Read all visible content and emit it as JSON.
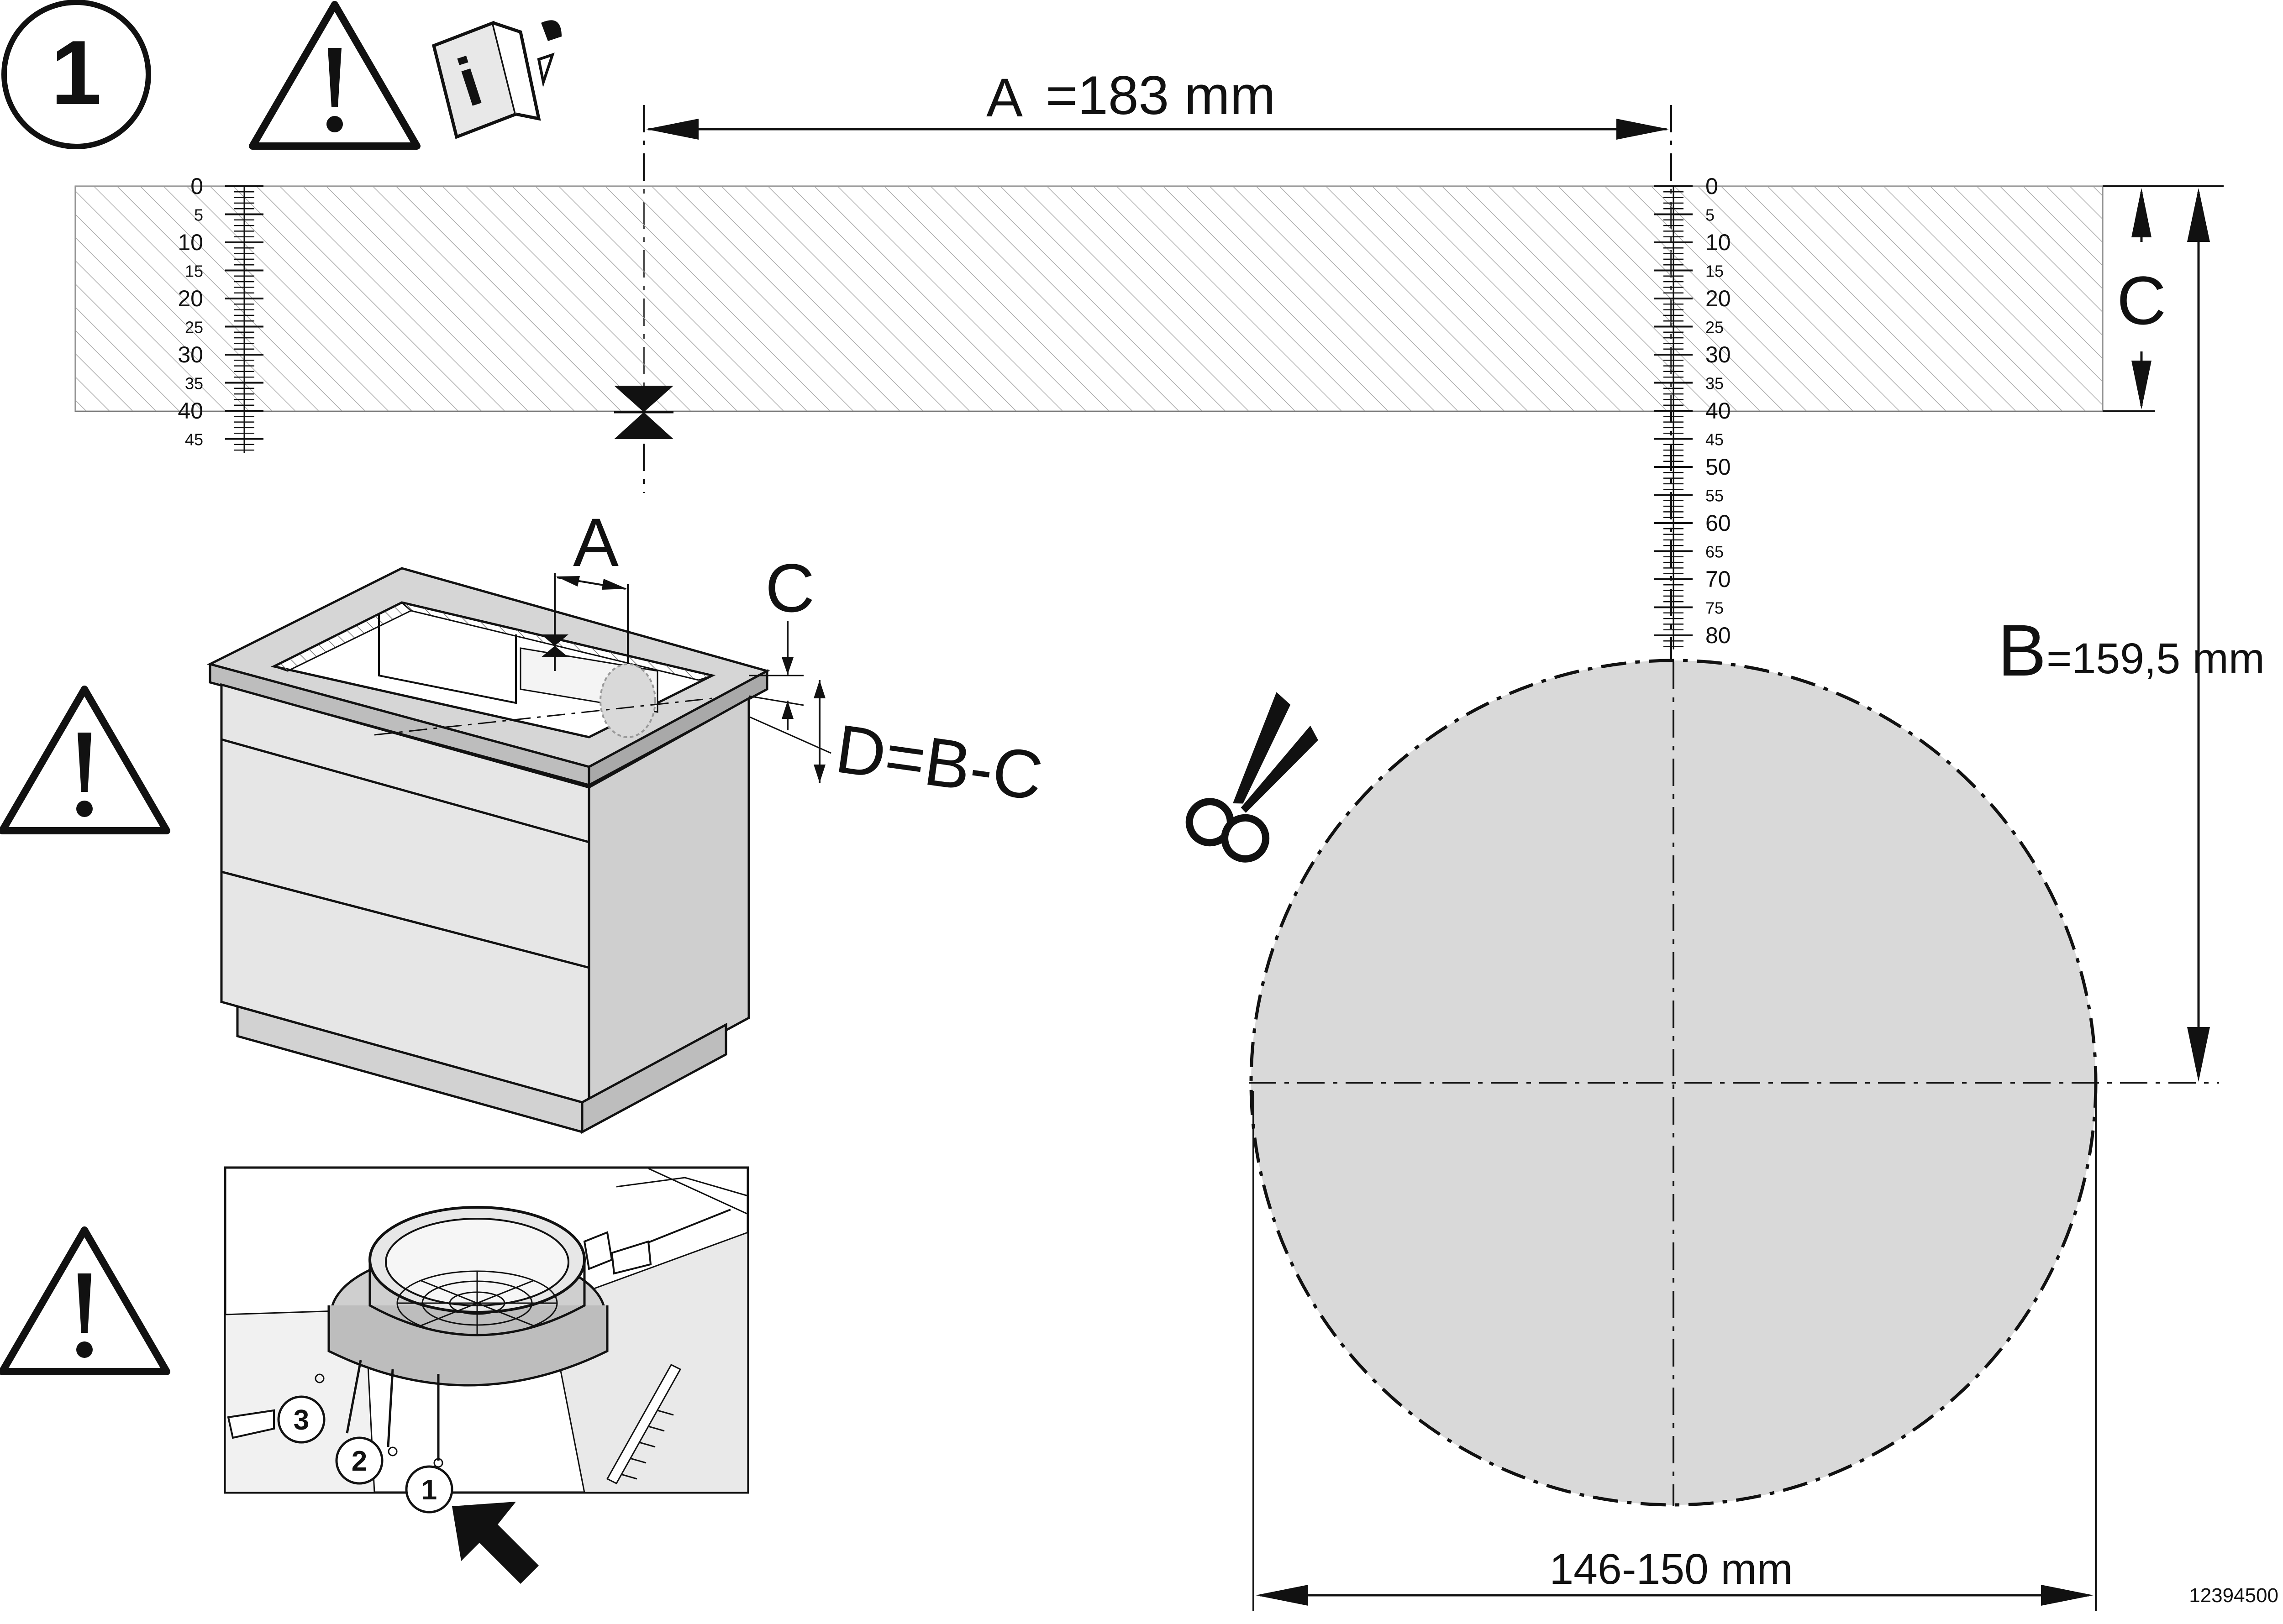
{
  "step": {
    "number": "1"
  },
  "dimensions": {
    "a_letter": "A",
    "a_value": "=183 mm",
    "b_letter": "B",
    "b_value": "=159,5 mm",
    "c_letter": "C",
    "d_formula": "D=B-C",
    "cutout_width": "146-150 mm"
  },
  "rulers": {
    "left": [
      "0",
      "5",
      "10",
      "15",
      "20",
      "25",
      "30",
      "35",
      "40",
      "45"
    ],
    "right": [
      "0",
      "5",
      "10",
      "15",
      "20",
      "25",
      "30",
      "35",
      "40",
      "45",
      "50",
      "55",
      "60",
      "65",
      "70",
      "75",
      "80"
    ]
  },
  "callouts": {
    "one": "1",
    "two": "2",
    "three": "3"
  },
  "document": {
    "id": "12394500"
  },
  "icons": {
    "warning": "warning-triangle-icon",
    "info": "info-manual-icon",
    "scissors": "scissors-icon",
    "arrow": "push-arrow-icon"
  },
  "colors": {
    "ink": "#111111",
    "template_fill": "#d9d9d9",
    "countertop": "#c8c8c8",
    "hatch": "#9a9a9a"
  }
}
